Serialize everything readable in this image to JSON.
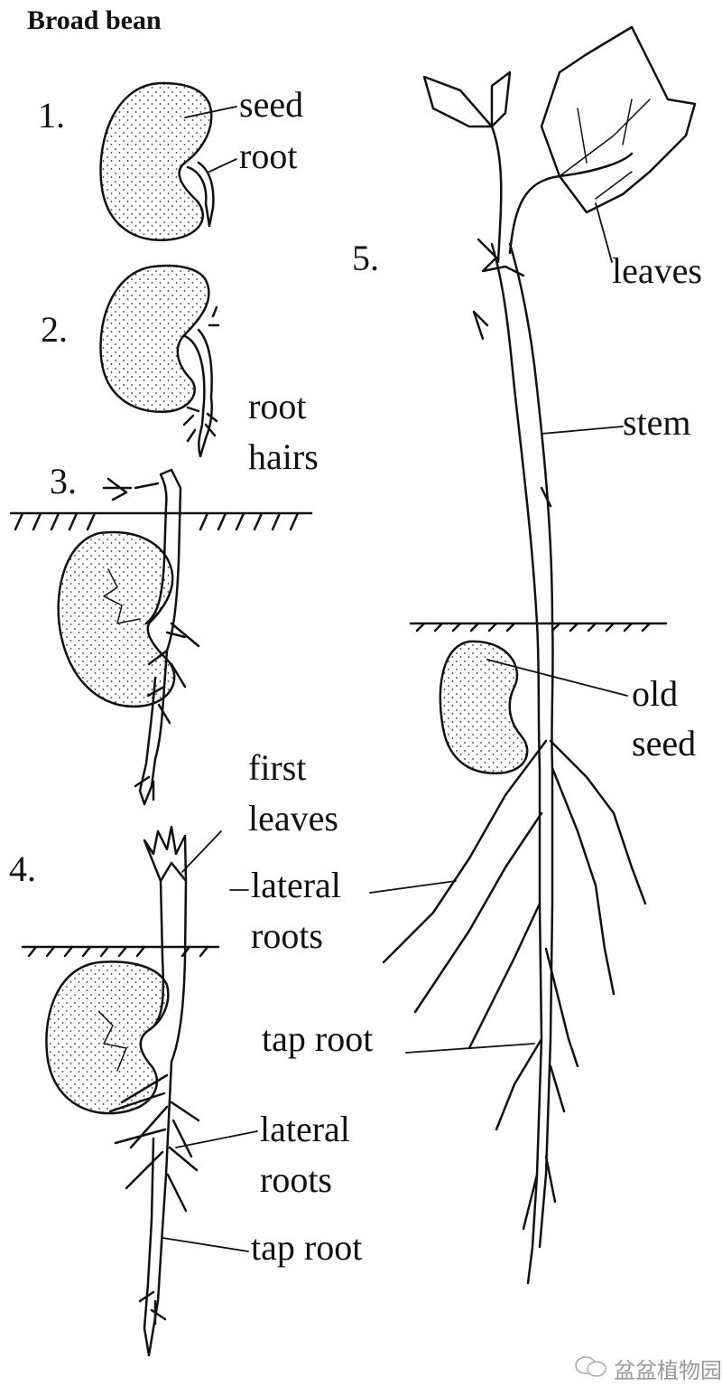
{
  "title": "Broad bean",
  "stages": [
    "1.",
    "2.",
    "3.",
    "4.",
    "5."
  ],
  "labels": {
    "s1_seed": "seed",
    "s1_root": "root",
    "s2_root": "root",
    "s2_hairs": "hairs",
    "s4_first": "first",
    "s4_leaves": "leaves",
    "s4_lateral_top": "lateral",
    "s4_roots_top": "roots",
    "s4_lateral": "lateral",
    "s4_roots": "roots",
    "s4_tap_root": "tap root",
    "s5_leaves": "leaves",
    "s5_stem": "stem",
    "s5_old": "old",
    "s5_seed": "seed",
    "s5_tap_root": "tap root"
  },
  "watermark": "盆盆植物园"
}
